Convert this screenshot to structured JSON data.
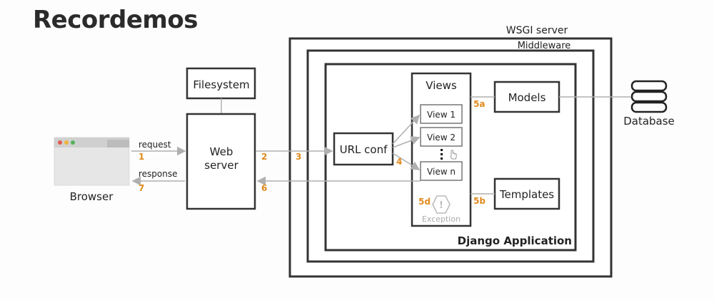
{
  "title": "Recordemos",
  "labels": {
    "wsgi": "WSGI server",
    "middleware": "Middleware",
    "django": "Django Application",
    "filesystem": "Filesystem",
    "web_server_1": "Web",
    "web_server_2": "server",
    "url_conf": "URL conf",
    "views": "Views",
    "view1": "View 1",
    "view2": "View 2",
    "viewn": "View n",
    "models": "Models",
    "templates": "Templates",
    "database": "Database",
    "browser": "Browser",
    "request": "request",
    "response": "response",
    "exception": "Exception",
    "exception_mark": "!"
  },
  "steps": {
    "s1": "1",
    "s2": "2",
    "s3": "3",
    "s4": "4",
    "s5a": "5a",
    "s5b": "5b",
    "s5d": "5d",
    "s6": "6",
    "s7": "7"
  },
  "colors": {
    "step_number": "#e08a1e",
    "box_stroke": "#333333",
    "arrow": "#b0b0b0"
  }
}
